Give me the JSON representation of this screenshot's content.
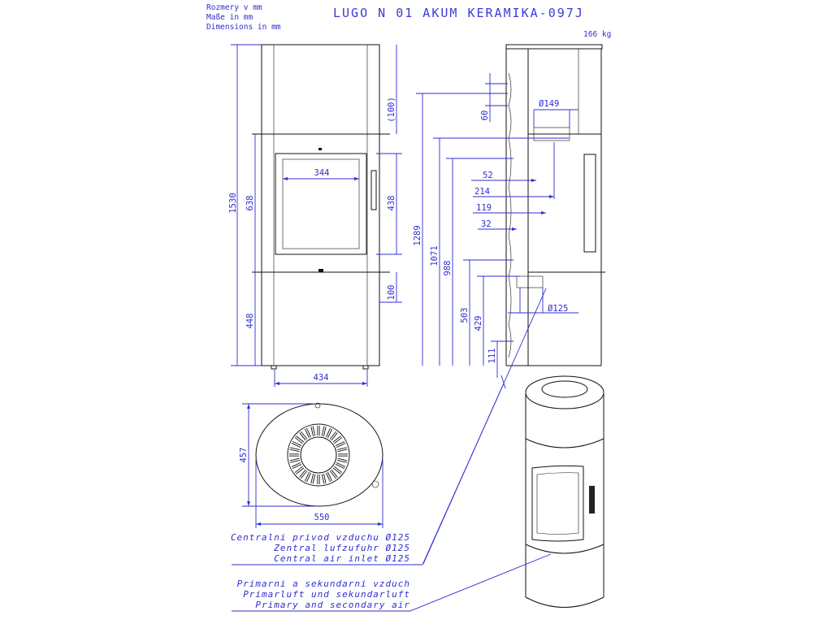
{
  "units_label": {
    "line1": "Rozmery v mm",
    "line2": "Maße in mm",
    "line3": "Dimensions in mm"
  },
  "title": "LUGO N 01 AKUM KERAMIKA-097J",
  "weight": "166 kg",
  "front_view": {
    "height_total": "1530",
    "height_upper": "638",
    "height_lower": "448",
    "top_segment": "(100)",
    "door_height": "438",
    "bottom_segment": "100",
    "door_width": "344",
    "width": "434"
  },
  "side_view": {
    "h1289": "1289",
    "h1071": "1071",
    "h988": "988",
    "h503": "503",
    "h429": "429",
    "h111": "111",
    "d60": "60",
    "d149": "Ø149",
    "d52": "52",
    "d214": "214",
    "d119": "119",
    "d32": "32",
    "d125": "Ø125"
  },
  "top_view": {
    "depth": "457",
    "width": "550"
  },
  "legend": {
    "air_inlet_cz": "Centralni privod vzduchu Ø125",
    "air_inlet_de": "Zentral lufzufuhr Ø125",
    "air_inlet_en": "Central air inlet Ø125",
    "primary_cz": "Primarni a sekundarni vzduch",
    "primary_de": "Primarluft und sekundarluft",
    "primary_en": "Primary and secondary air"
  },
  "colors": {
    "dimension_blue": "#2e2ed0",
    "outline": "#111111"
  }
}
